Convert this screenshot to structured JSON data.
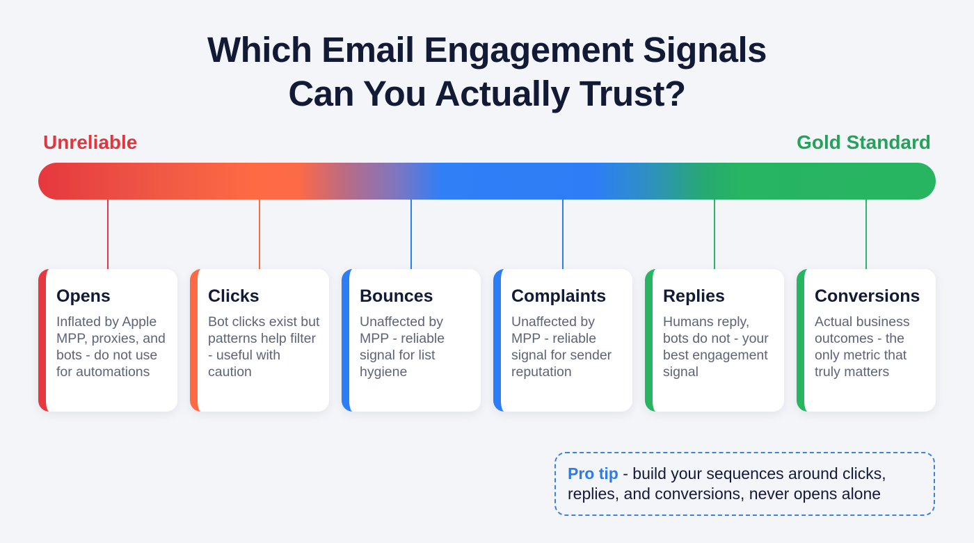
{
  "title": {
    "line1": "Which Email Engagement Signals",
    "line2": "Can You Actually Trust?"
  },
  "scale": {
    "left_label": "Unreliable",
    "right_label": "Gold Standard",
    "colors": {
      "left": "#e0363d",
      "right": "#25a25a",
      "red": "#e5383f",
      "orange": "#fe6a44",
      "blue": "#2d7ef6",
      "green": "#28b561"
    }
  },
  "signals": [
    {
      "title": "Opens",
      "description": "Inflated by Apple MPP, proxies, and bots - do not use for automations",
      "color": "#e5383f",
      "reliability": "unreliable"
    },
    {
      "title": "Clicks",
      "description": "Bot clicks exist but patterns help filter - useful with caution",
      "color": "#fe6a44",
      "reliability": "caution"
    },
    {
      "title": "Bounces",
      "description": "Unaffected by MPP - reliable signal for list hygiene",
      "color": "#2d7ef6",
      "reliability": "reliable"
    },
    {
      "title": "Complaints",
      "description": "Unaffected by MPP - reliable signal for sender reputation",
      "color": "#2d7ef6",
      "reliability": "reliable"
    },
    {
      "title": "Replies",
      "description": "Humans reply, bots do not - your best engagement signal",
      "color": "#28b561",
      "reliability": "gold"
    },
    {
      "title": "Conversions",
      "description": "Actual business outcomes - the only metric that truly matters",
      "color": "#28b561",
      "reliability": "gold"
    }
  ],
  "protip": {
    "label": "Pro tip",
    "text": " - build your sequences around clicks, replies, and conversions, never opens alone",
    "color": "#2f7ae5"
  }
}
